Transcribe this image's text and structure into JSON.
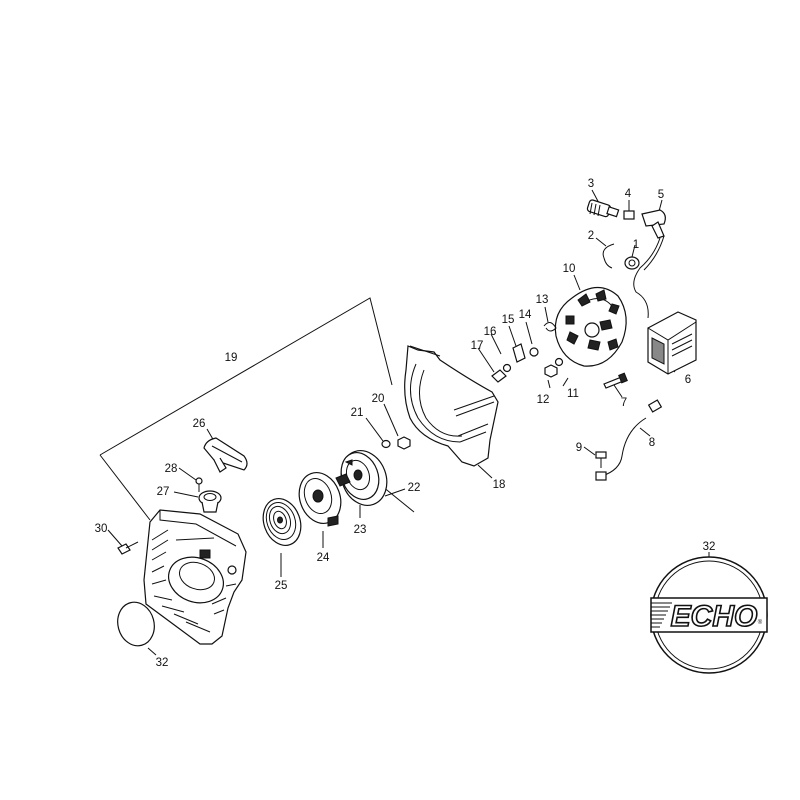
{
  "parts": [
    {
      "id": "1",
      "label": "1"
    },
    {
      "id": "2",
      "label": "2"
    },
    {
      "id": "3",
      "label": "3"
    },
    {
      "id": "4",
      "label": "4"
    },
    {
      "id": "5",
      "label": "5"
    },
    {
      "id": "6",
      "label": "6"
    },
    {
      "id": "7",
      "label": "7"
    },
    {
      "id": "8",
      "label": "8"
    },
    {
      "id": "9",
      "label": "9"
    },
    {
      "id": "10",
      "label": "10"
    },
    {
      "id": "11",
      "label": "11"
    },
    {
      "id": "12",
      "label": "12"
    },
    {
      "id": "13",
      "label": "13"
    },
    {
      "id": "14",
      "label": "14"
    },
    {
      "id": "15",
      "label": "15"
    },
    {
      "id": "16",
      "label": "16"
    },
    {
      "id": "17",
      "label": "17"
    },
    {
      "id": "18",
      "label": "18"
    },
    {
      "id": "19",
      "label": "19"
    },
    {
      "id": "20",
      "label": "20"
    },
    {
      "id": "21",
      "label": "21"
    },
    {
      "id": "22",
      "label": "22"
    },
    {
      "id": "23",
      "label": "23"
    },
    {
      "id": "24",
      "label": "24"
    },
    {
      "id": "25",
      "label": "25"
    },
    {
      "id": "26",
      "label": "26"
    },
    {
      "id": "27",
      "label": "27"
    },
    {
      "id": "28",
      "label": "28"
    },
    {
      "id": "30",
      "label": "30"
    },
    {
      "id": "32a",
      "label": "32"
    },
    {
      "id": "32b",
      "label": "32"
    }
  ],
  "logo": {
    "text": "ECHO",
    "registered": "®"
  }
}
